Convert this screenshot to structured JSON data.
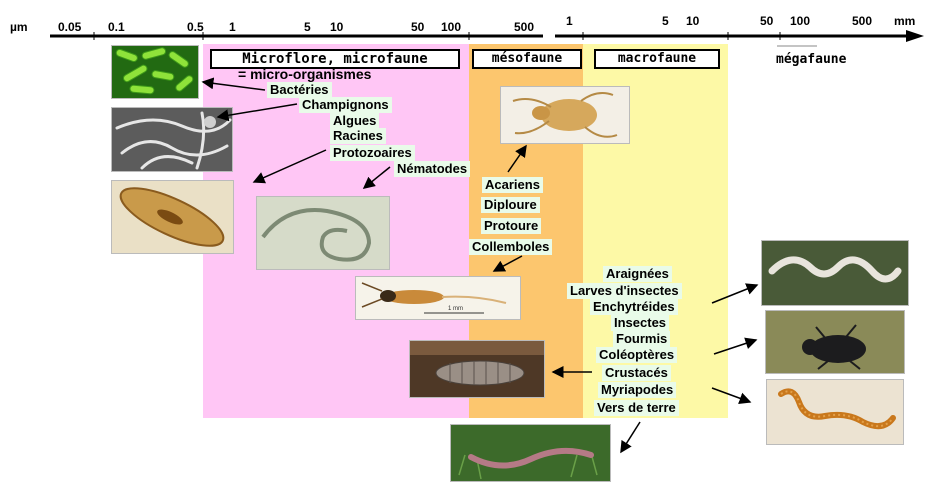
{
  "scale": {
    "unit_left": "µm",
    "unit_right": "mm",
    "micrometer_ticks": [
      "0.05",
      "0.1",
      "0.5",
      "1",
      "5",
      "10",
      "50",
      "100",
      "500"
    ],
    "millimeter_ticks": [
      "1",
      "5",
      "10",
      "50",
      "100",
      "500"
    ]
  },
  "zones": {
    "microflore_title": "Microflore, microfaune",
    "microflore_subtitle": "= micro-organismes",
    "mesofaune_title": "mésofaune",
    "macrofaune_title": "macrofaune",
    "megafaune_title": "mégafaune"
  },
  "micro_labels": [
    "Bactéries",
    "Champignons",
    "Algues",
    "Racines",
    "Protozoaires",
    "Nématodes"
  ],
  "meso_labels": [
    "Acariens",
    "Diploure",
    "Protoure",
    "Collemboles"
  ],
  "macro_labels": [
    "Araignées",
    "Larves d'insectes",
    "Enchytréides",
    "Insectes",
    "Fourmis",
    "Coléoptères",
    "Crustacés",
    "Myriapodes",
    "Vers de terre"
  ],
  "photo_caption": "1 mm",
  "colors": {
    "micro_zone": "#ffc6f5",
    "meso_zone": "#fcc66e",
    "macro_zone": "#fdf9a6",
    "label_bg": "#e9fbe9"
  }
}
